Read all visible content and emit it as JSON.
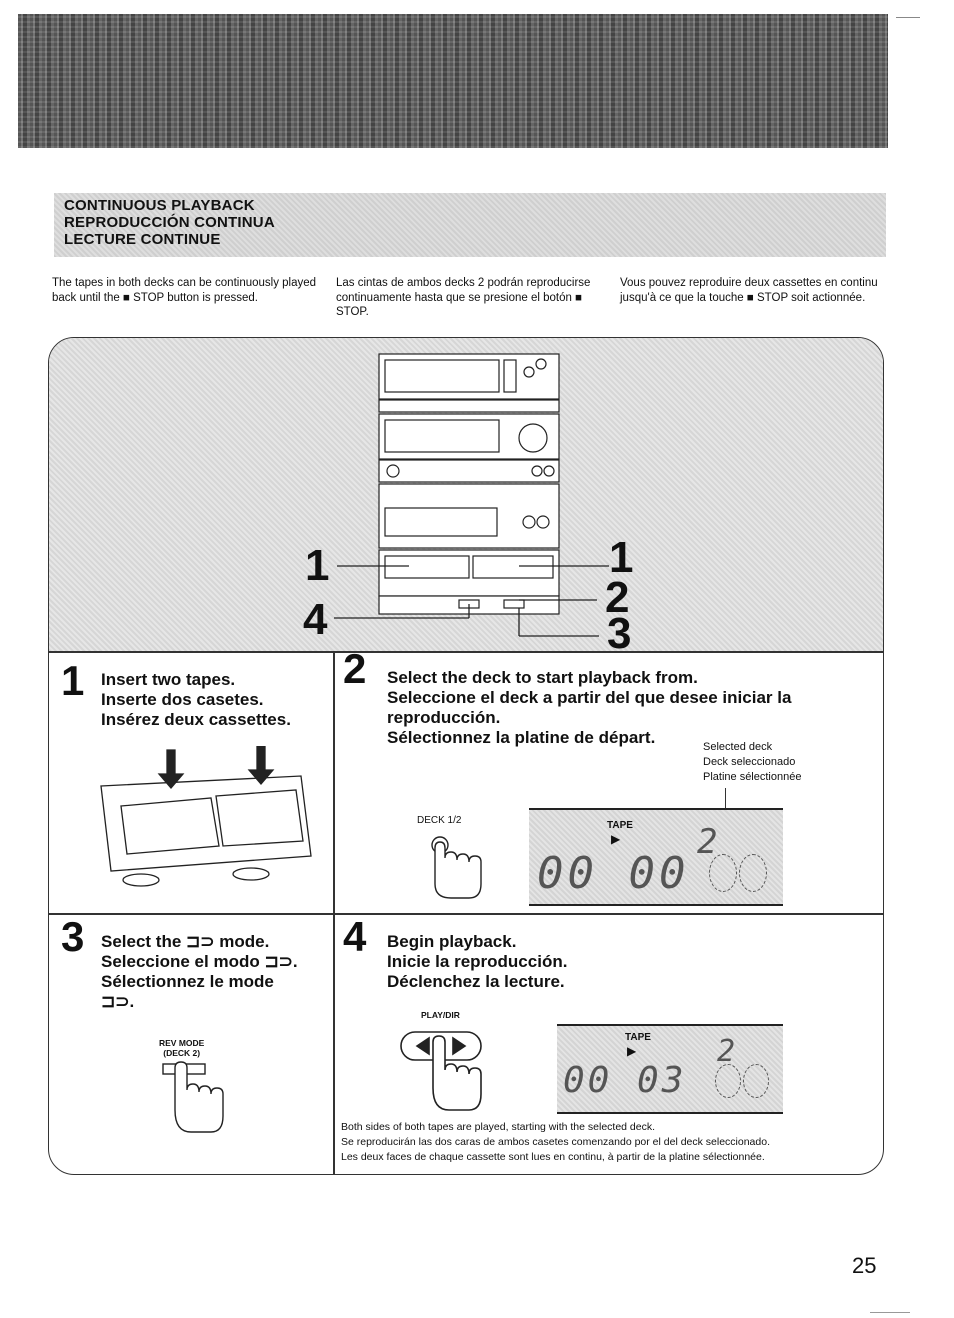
{
  "section": {
    "title_en": "CONTINUOUS PLAYBACK",
    "title_es": "REPRODUCCIÓN CONTINUA",
    "title_fr": "LECTURE CONTINUE"
  },
  "intro": {
    "en": "The tapes in both decks can be continuously played back until the ■ STOP button is pressed.",
    "es": "Las cintas de ambos decks 2 podrán reproducirse continuamente hasta que se presione el botón ■ STOP.",
    "fr": "Vous pouvez reproduire deux cassettes en continu jusqu'à ce que la touche ■ STOP soit actionnée."
  },
  "callouts": [
    "1",
    "4",
    "1",
    "2",
    "3"
  ],
  "steps": [
    {
      "num": "1",
      "lines": [
        "Insert two tapes.",
        "Inserte dos casetes.",
        "Insérez deux cassettes."
      ]
    },
    {
      "num": "2",
      "lines": [
        "Select the deck to start playback from.",
        "Seleccione el deck a partir del que desee iniciar la",
        "reproducción.",
        "Sélectionnez la platine de départ."
      ]
    },
    {
      "num": "3",
      "lines": [
        "Select the ⊐⊃ mode.",
        "Seleccione el modo ⊐⊃.",
        "Sélectionnez le mode",
        "⊐⊃."
      ]
    },
    {
      "num": "4",
      "lines": [
        "Begin playback.",
        "Inicie la reproducción.",
        "Déclenchez la lecture."
      ]
    }
  ],
  "selected_deck": [
    "Selected deck",
    "Deck seleccionado",
    "Platine sélectionnée"
  ],
  "labels": {
    "deck_button": "DECK 1/2",
    "tape": "TAPE",
    "rev_mode": "REV MODE",
    "rev_mode_deck": "(DECK 2)",
    "play_dir": "PLAY/DIR"
  },
  "display1": {
    "digits": "00 00",
    "deck": "2"
  },
  "display2": {
    "digits": "00 03",
    "deck": "2"
  },
  "footer_notes": [
    "Both sides of both tapes are played, starting with the selected deck.",
    "Se reproducirán las dos caras de ambos casetes comenzando por el del deck seleccionado.",
    "Les deux faces de chaque cassette sont lues en continu, à partir de la platine sélectionnée."
  ],
  "page_number": "25"
}
